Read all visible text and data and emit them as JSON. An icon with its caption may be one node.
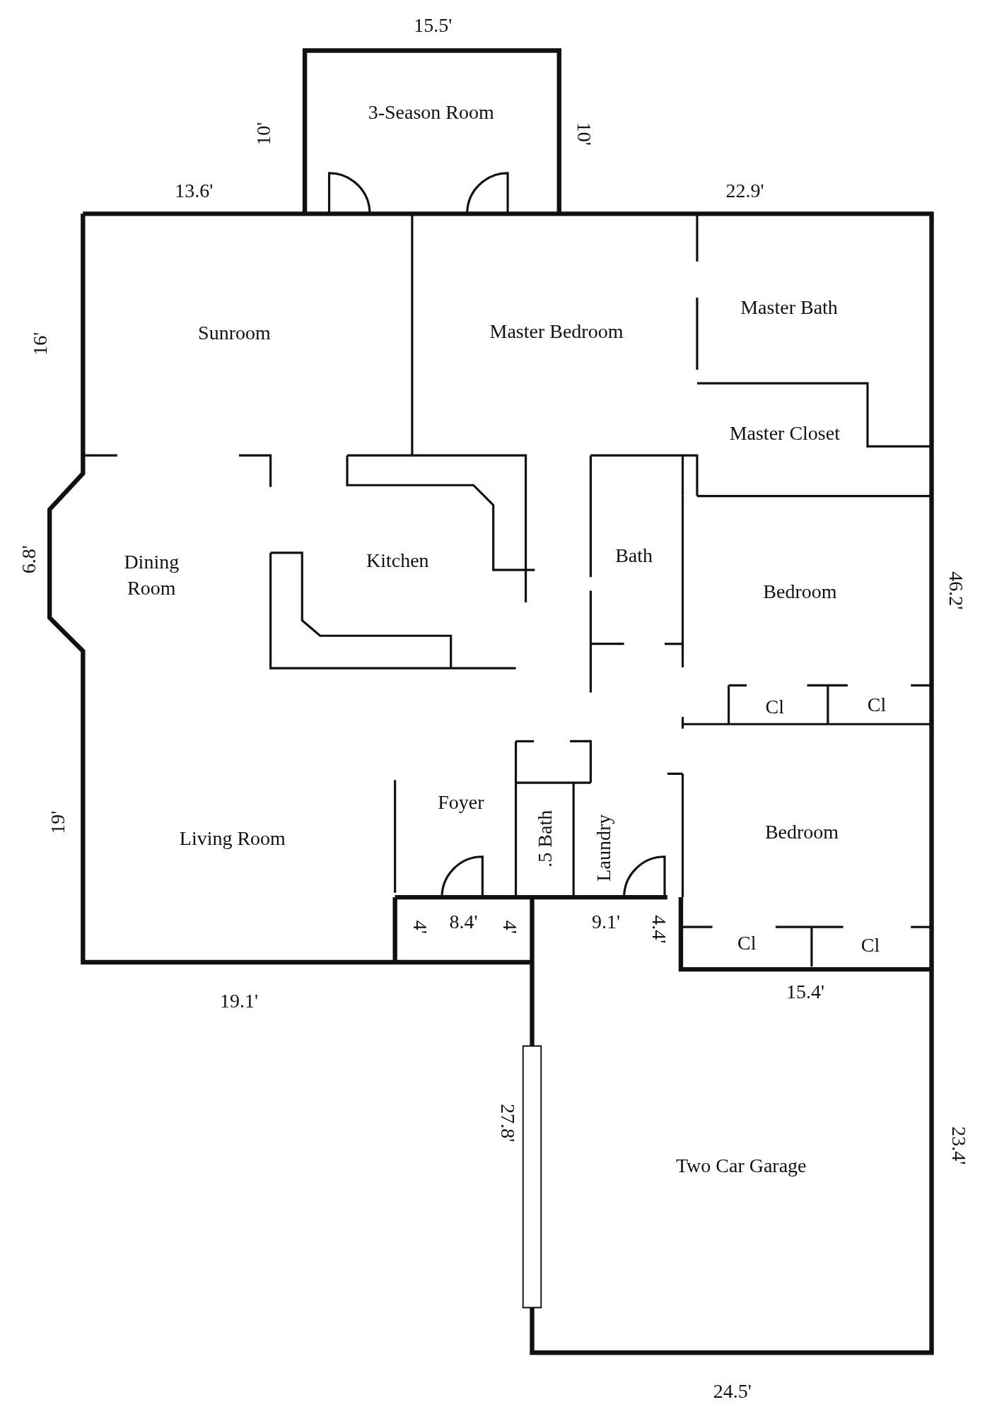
{
  "diagram": {
    "labels": [
      "15.5'",
      "10'",
      "3-Season Room",
      "10'",
      "13.6'",
      "22.9'",
      "Master Bath",
      "Sunroom",
      "16'",
      "Master Bedroom",
      "Master Closet",
      "6.8'",
      "Dining Room",
      "Kitchen",
      "Bath",
      "Bedroom",
      "46.2'",
      "Cl",
      "Cl",
      "Foyer",
      "Living Room",
      "19'",
      ".5 Bath",
      "Laundry",
      "Bedroom",
      "4'",
      "8.4'",
      "4'",
      "9.1'",
      "4.4'",
      "Cl",
      "Cl",
      "15.4'",
      "19.1'",
      "27.8'",
      "Two Car Garage",
      "23.4'",
      "24.5'"
    ]
  }
}
